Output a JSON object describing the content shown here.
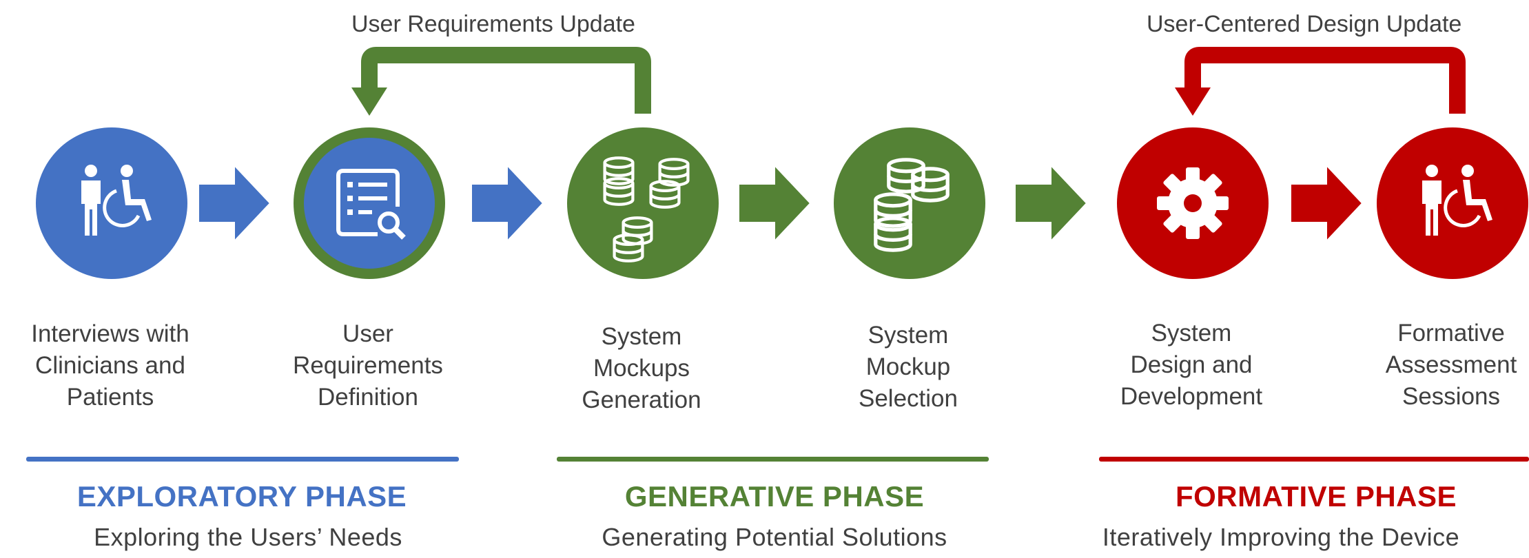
{
  "colors": {
    "blue": "#4472C4",
    "green": "#548235",
    "red": "#C00000",
    "text": "#404040"
  },
  "loops": [
    {
      "label": "User Requirements Update",
      "color": "green"
    },
    {
      "label": "User-Centered Design Update",
      "color": "red"
    }
  ],
  "steps": [
    {
      "label": "Interviews with\nClinicians and\nPatients",
      "icon": "patients-icon",
      "color": "blue"
    },
    {
      "label": "User\nRequirements\nDefinition",
      "icon": "requirements-list-icon",
      "color": "blue"
    },
    {
      "label": "System\nMockups\nGeneration",
      "icon": "databases-icon",
      "color": "green"
    },
    {
      "label": "System\nMockup\nSelection",
      "icon": "database-icon",
      "color": "green"
    },
    {
      "label": "System\nDesign and\nDevelopment",
      "icon": "gear-icon",
      "color": "red"
    },
    {
      "label": "Formative\nAssessment\nSessions",
      "icon": "patients-icon",
      "color": "red"
    }
  ],
  "phases": [
    {
      "title": "EXPLORATORY PHASE",
      "subtitle": "Exploring the Users’ Needs",
      "color": "blue"
    },
    {
      "title": "GENERATIVE PHASE",
      "subtitle": "Generating Potential Solutions",
      "color": "green"
    },
    {
      "title": "FORMATIVE PHASE",
      "subtitle": "Iteratively Improving the Device",
      "color": "red"
    }
  ]
}
